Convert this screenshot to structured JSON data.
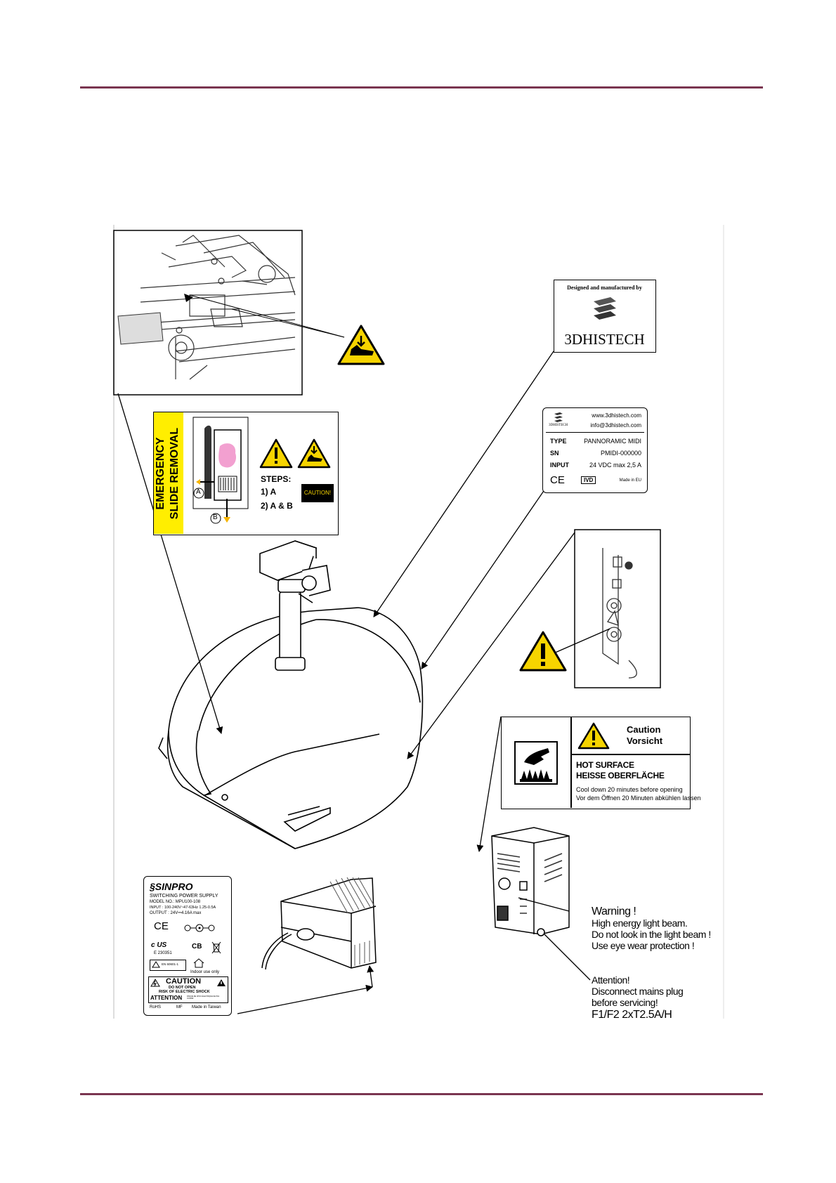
{
  "colors": {
    "rule": "#7a3550",
    "warning_yellow": "#f6d400",
    "emergency_yellow": "#ffee00",
    "pink": "#f2a0d0"
  },
  "emergency_label": {
    "title_line1": "EMERGENCY",
    "title_line2": "SLIDE REMOVAL",
    "steps_heading": "STEPS:",
    "step1": "1) A",
    "step2": "2) A & B",
    "caution_badge": "CAUTION!",
    "marker_a": "A",
    "marker_b": "B"
  },
  "manufacturer_label": {
    "designed_by": "Designed and manufactured by",
    "brand": "3DHISTECH"
  },
  "rating_plate": {
    "logo_text": "3DHISTECH",
    "website": "www.3dhistech.com",
    "email": "info@3dhistech.com",
    "type_key": "TYPE",
    "type_value": "PANNORAMIC MIDI",
    "sn_key": "SN",
    "sn_value": "PMIDI-000000",
    "input_key": "INPUT",
    "input_value": "24 VDC max 2,5 A",
    "ce_mark": "CE",
    "ivd_mark": "IVD",
    "made_in": "Made in EU"
  },
  "hot_surface_label": {
    "caution_en": "Caution",
    "caution_de": "Vorsicht",
    "title_en": "HOT SURFACE",
    "title_de": "HEISSE OBERFLÄCHE",
    "text_en": "Cool down 20 minutes before opening",
    "text_de": "Vor dem Öffnen 20 Minuten abkühlen lassen"
  },
  "psu_label": {
    "brand": "SINPRO",
    "line1": "SWITCHING POWER SUPPLY",
    "line2": "MODEL NO.: MPU100-108",
    "line3": "INPUT : 100-240V~47-63Hz 1.25-0.5A",
    "line4": "OUTPUT : 24V⎓4.16A max",
    "ce_mark": "CE",
    "ul_mark": "c US",
    "ul_file": "E 230351",
    "cb_mark": "CB",
    "en_std": "EN 60601-1",
    "indoor": "Indoor use only",
    "caution_title": "CAUTION",
    "caution_l1": "DO NOT OPEN",
    "caution_l2": "RISK OF ELECTRIC SHOCK",
    "attention": "ATTENTION",
    "attention_fr": "RISQUE DE CHOC ÉLECTRIQUE NE PAS OUVRIR",
    "rohs": "RoHS",
    "mf": "MF",
    "made_in": "Made in Taiwan"
  },
  "warning_text": {
    "l1": "Warning !",
    "l2": "High energy light beam.",
    "l3": "Do not look in the light beam !",
    "l4": "Use eye wear protection !"
  },
  "attention_text": {
    "l1": "Attention!",
    "l2": "Disconnect mains plug",
    "l3": "before servicing!",
    "l4": "F1/F2 2xT2.5A/H"
  }
}
